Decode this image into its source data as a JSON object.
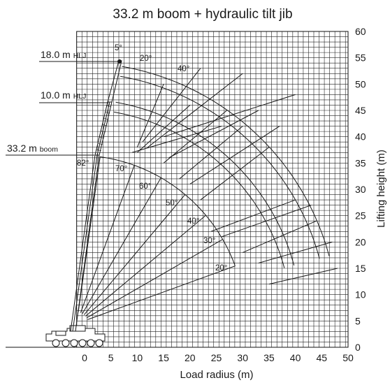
{
  "chart_data": {
    "type": "range-diagram",
    "title": "33.2 m boom + hydraulic tilt jib",
    "xlabel": "Load radius (m)",
    "ylabel": "Lifting height (m)",
    "xlim": [
      0,
      50
    ],
    "ylim": [
      0,
      60
    ],
    "x_ticks": [
      0,
      5,
      10,
      15,
      20,
      25,
      30,
      35,
      40,
      45,
      50
    ],
    "y_ticks": [
      0,
      5,
      10,
      15,
      20,
      25,
      30,
      35,
      40,
      45,
      50,
      55,
      60
    ],
    "grid": true,
    "grid_step": 1,
    "configurations": [
      {
        "value": "18.0 m",
        "unit": "HLJ",
        "tip": [
          6.5,
          54.5
        ]
      },
      {
        "value": "10.0 m",
        "unit": "HLJ",
        "tip": [
          4.5,
          46.5
        ]
      },
      {
        "value": "33.2 m",
        "unit": "boom",
        "tip": [
          2.2,
          36.8
        ]
      }
    ],
    "boom_luffing_angles": [
      "82°",
      "70°",
      "60°",
      "50°",
      "40°",
      "30°",
      "20°"
    ],
    "jib_offset_angles": [
      "5°",
      "20°",
      "40°"
    ],
    "boom_arc_radius": 32,
    "jib_arc_radii": [
      40.8,
      42.7,
      47.7,
      49.6
    ],
    "arc_center": [
      -1.5,
      4.5
    ]
  }
}
